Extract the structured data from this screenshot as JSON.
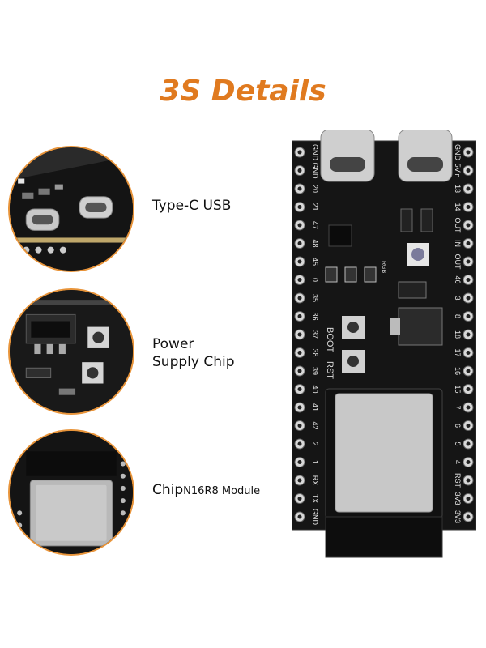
{
  "title": "3S Details",
  "features": [
    {
      "line1": "Type-C USB",
      "line2": ""
    },
    {
      "line1": "Power",
      "line2": "Supply Chip"
    },
    {
      "line1": "Chip",
      "line2": "N16R8 Module"
    }
  ],
  "board": {
    "left_pins": [
      "GND",
      "GND",
      "20",
      "21",
      "47",
      "48",
      "45",
      "0",
      "35",
      "36",
      "37",
      "38",
      "39",
      "40",
      "41",
      "42",
      "2",
      "1",
      "RX",
      "TX",
      "GND"
    ],
    "right_pins": [
      "GND",
      "5Vin",
      "13",
      "14",
      "OUT",
      "IN",
      "OUT",
      "46",
      "3",
      "8",
      "18",
      "17",
      "16",
      "15",
      "7",
      "6",
      "5",
      "4",
      "RST",
      "3V3",
      "3V3"
    ],
    "labels": {
      "boot": "BOOT",
      "rst": "RST",
      "rgb": "RGB"
    }
  },
  "colors": {
    "accent": "#e07a1f",
    "circle_border": "#e8943a",
    "pcb": "#151515"
  }
}
